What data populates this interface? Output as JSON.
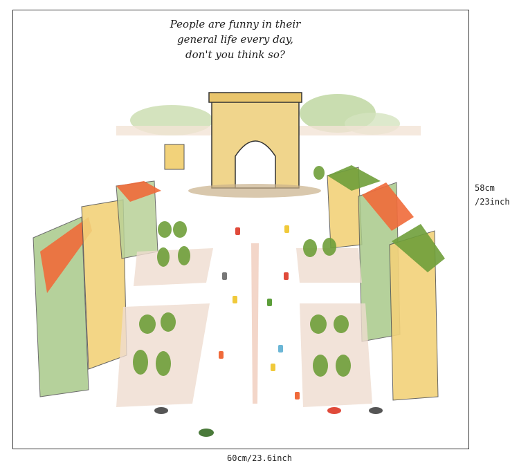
{
  "caption": {
    "line1": "People are funny in their",
    "line2": "general life every day,",
    "line3": "don't you think so?"
  },
  "dimensions": {
    "height_cm": "58cm",
    "height_in": "/23inch",
    "width": "60cm/23.6inch"
  },
  "colors": {
    "roof_orange": "#f06a3a",
    "wall_yellow": "#f2d27a",
    "wall_green": "#a9c98a",
    "tree_green": "#6f9f3a",
    "plaza_pink": "#efdcd0"
  }
}
